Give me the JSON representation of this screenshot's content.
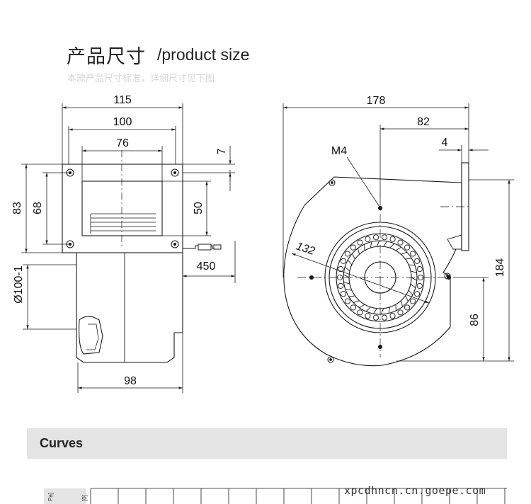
{
  "header": {
    "title_zh": "产品尺寸",
    "title_en": "/product size",
    "subtitle": "本款产品尺寸标准，详细尺寸见下图"
  },
  "front_view": {
    "dims": {
      "w115": "115",
      "w100": "100",
      "w76": "76",
      "d7": "7",
      "h83": "83",
      "h68": "68",
      "h50": "50",
      "cable450": "450",
      "dia": "Ø100-1",
      "w98": "98"
    }
  },
  "side_view": {
    "dims": {
      "w178": "178",
      "w82": "82",
      "w4": "4",
      "thread": "M4",
      "r132": "132",
      "h184": "184",
      "h86": "86"
    }
  },
  "curves": {
    "label": "Curves",
    "axis_unit_a": "Pa]",
    "axis_unit_b": "[0]"
  },
  "watermark": "xpcdhncn.cn.goepe.com",
  "colors": {
    "line": "#1a1a1a",
    "bar": "#e4e4e4",
    "subtitle": "#d6d6d6"
  }
}
